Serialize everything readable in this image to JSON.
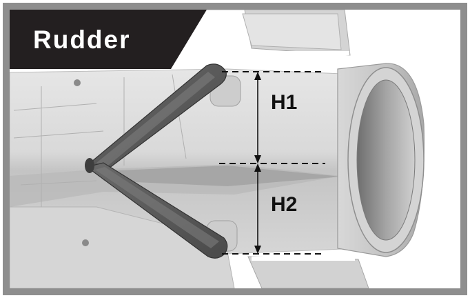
{
  "title": "Rudder",
  "dimension_labels": {
    "upper": "H1",
    "lower": "H2"
  },
  "colors": {
    "frame": "#8e8e8e",
    "title_banner": "#231f20",
    "title_text": "#ffffff",
    "fuselage_light": "#e2e2e2",
    "fuselage_mid": "#cfcfcf",
    "fuselage_dark": "#9a9a9a",
    "rudder_fill": "#5e5e5e",
    "rudder_edge": "#3a3a3a",
    "nozzle_inner": "#8c8c8c",
    "dimension_line": "#111111"
  }
}
